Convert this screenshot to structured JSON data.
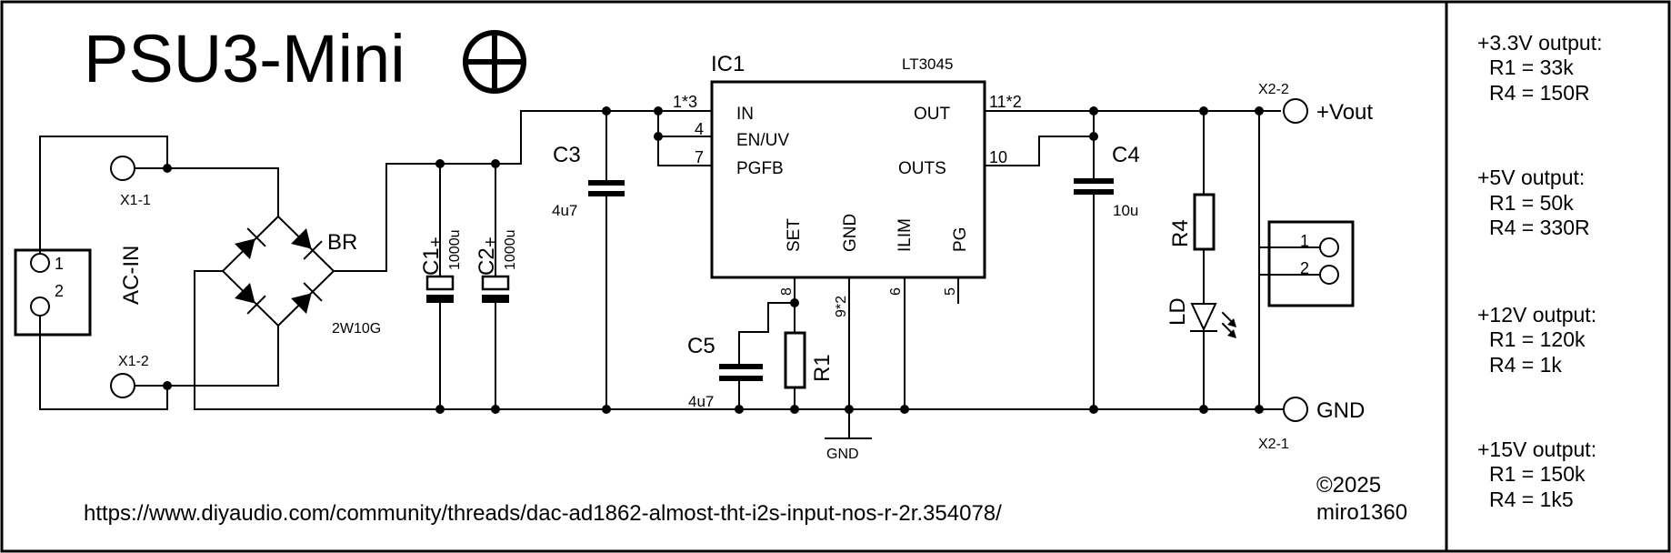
{
  "title": "PSU3-Mini",
  "ic": {
    "ref": "IC1",
    "part": "LT3045",
    "pins": {
      "in": "IN",
      "en": "EN/UV",
      "pgfb": "PGFB",
      "out": "OUT",
      "outs": "OUTS",
      "set": "SET",
      "gnd": "GND",
      "ilim": "ILIM",
      "pg": "PG"
    },
    "pin_numbers": {
      "in": "1*3",
      "en": "4",
      "pgfb": "7",
      "out": "11*2",
      "outs": "10",
      "set": "8",
      "gnd": "9*2",
      "ilim": "6",
      "pg": "5"
    }
  },
  "connectors": {
    "ac_in": {
      "label": "AC-IN",
      "pin1": "1",
      "pin2": "2"
    },
    "x1_1": "X1-1",
    "x1_2": "X1-2",
    "x2_1": "X2-1",
    "x2_2": "X2-2",
    "vout": "+Vout",
    "gnd": "GND",
    "out_conn": {
      "pin1": "1",
      "pin2": "2"
    }
  },
  "bridge": {
    "ref": "BR",
    "part": "2W10G"
  },
  "caps": {
    "c1": {
      "ref": "C1",
      "value": "1000u",
      "plus": "+"
    },
    "c2": {
      "ref": "C2",
      "value": "1000u",
      "plus": "+"
    },
    "c3": {
      "ref": "C3",
      "value": "4u7"
    },
    "c4": {
      "ref": "C4",
      "value": "10u"
    },
    "c5": {
      "ref": "C5",
      "value": "4u7"
    }
  },
  "resistors": {
    "r1": "R1",
    "r4": "R4"
  },
  "led": "LD",
  "gnd_symbol": "GND",
  "url": "https://www.diyaudio.com/community/threads/dac-ad1862-almost-tht-i2s-input-nos-r-2r.354078/",
  "copyright": {
    "year": "©2025",
    "author": "miro1360"
  },
  "notes": [
    {
      "title": "+3.3V output:",
      "r1": "R1 = 33k",
      "r4": "R4 = 150R"
    },
    {
      "title": "+5V output:",
      "r1": "R1 = 50k",
      "r4": "R4 = 330R"
    },
    {
      "title": "+12V output:",
      "r1": "R1 = 120k",
      "r4": "R4 = 1k"
    },
    {
      "title": "+15V output:",
      "r1": "R1 = 150k",
      "r4": "R4 = 1k5"
    }
  ]
}
